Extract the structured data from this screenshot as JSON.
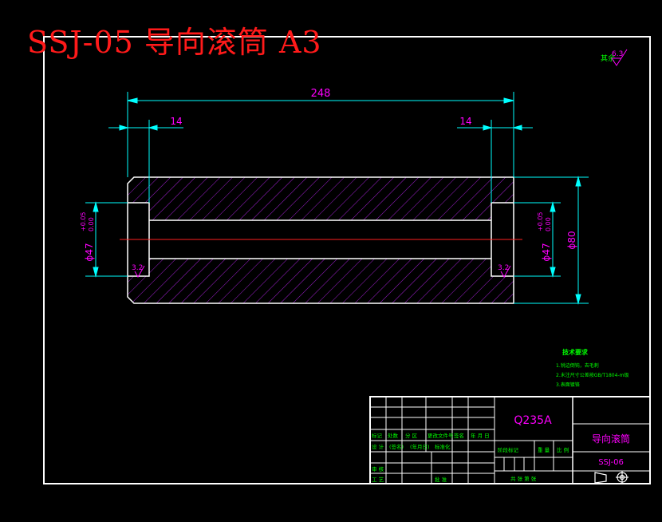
{
  "stamp": "SSJ-05 导向滚筒 A3",
  "roughness_corner": {
    "label": "其余",
    "value": "6.3"
  },
  "dimensions": {
    "overall_length": "248",
    "left_bore_depth": "14",
    "right_bore_depth": "14",
    "left_bore_dia_main": "ϕ47",
    "left_bore_tol_upper": "+0.05",
    "left_bore_tol_lower": "0.00",
    "right_bore_dia_main": "ϕ47",
    "right_bore_tol_upper": "+0.05",
    "right_bore_tol_lower": "0.00",
    "outer_dia": "ϕ80",
    "left_roughness": "3.2",
    "right_roughness": "3.2"
  },
  "tech_requirements": {
    "title": "技术要求",
    "items": [
      "1.锐边倒钝，去毛刺",
      "2.未注尺寸公差按GB/T1804-m级",
      "3.表面镀铬"
    ]
  },
  "title_block": {
    "material": "Q235A",
    "part_name": "导向滚筒",
    "drawing_no": "SSJ-06",
    "row_labels": [
      "标记",
      "处数",
      "分 区",
      "更改文件号",
      "签名",
      "年 月 日"
    ],
    "row2_labels": [
      "设 计",
      "(签名)",
      "(年月日)",
      "标准化"
    ],
    "stage_label": "阶段标记",
    "weight_label": "重 量",
    "scale_label": "比 例",
    "audit_label": "审 核",
    "process_label": "工 艺",
    "approve_label": "批 准",
    "sheet_label": "共 张 第 张"
  },
  "colors": {
    "background": "#000000",
    "frame": "#ffffff",
    "dimension": "#00ffff",
    "text": "#ff00ff",
    "hatch": "#a020d0",
    "centerline": "#ff2020",
    "note": "#00ff00",
    "stamp": "#ff1a1a"
  }
}
